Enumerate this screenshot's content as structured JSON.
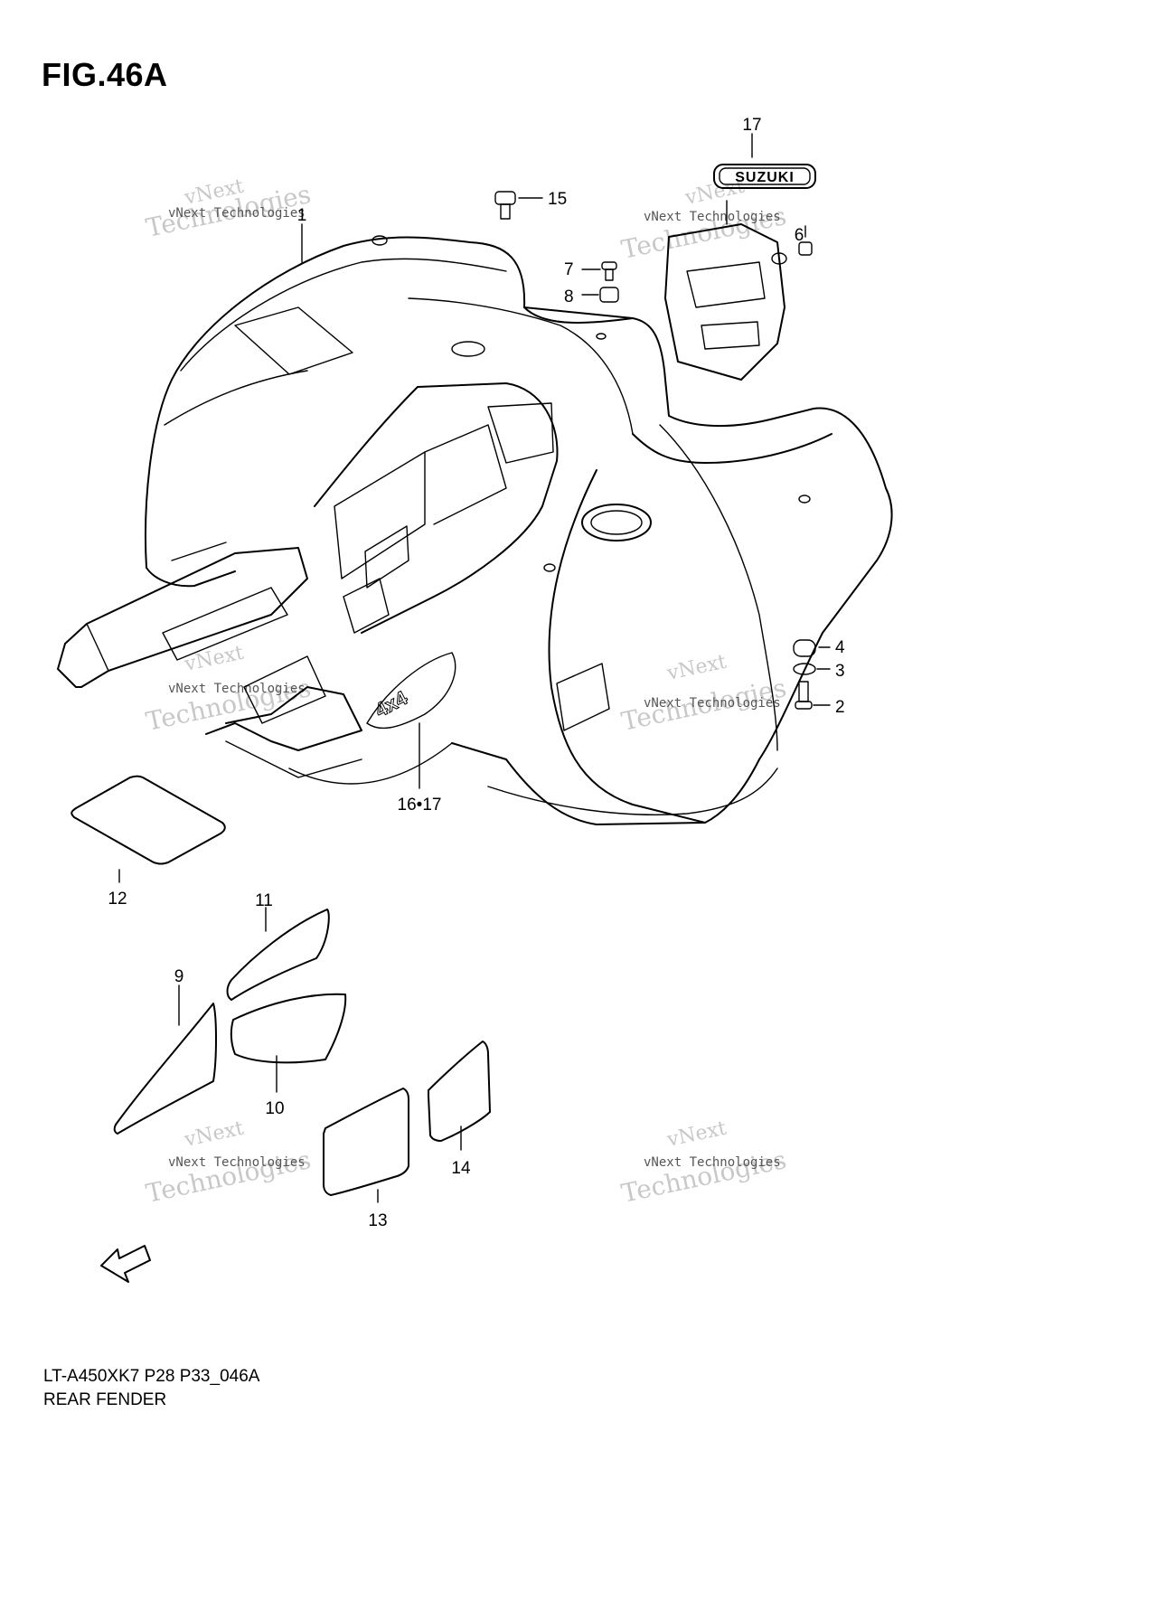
{
  "figure_title": "FIG.46A",
  "footer": {
    "code": "LT-A450XK7 P28 P33_046A",
    "name": "REAR FENDER"
  },
  "callouts": {
    "p1": "1",
    "p2": "2",
    "p3": "3",
    "p4": "4",
    "p6": "6",
    "p7": "7",
    "p8": "8",
    "p9": "9",
    "p10": "10",
    "p11": "11",
    "p12": "12",
    "p13": "13",
    "p14": "14",
    "p15": "15",
    "p16_17": "16•17",
    "p17": "17"
  },
  "emblem_text": "SUZUKI",
  "fwd_label": "FWD",
  "watermark": {
    "line1": "vNext",
    "line2": "Technologies",
    "caption": "vNext Technologies"
  }
}
